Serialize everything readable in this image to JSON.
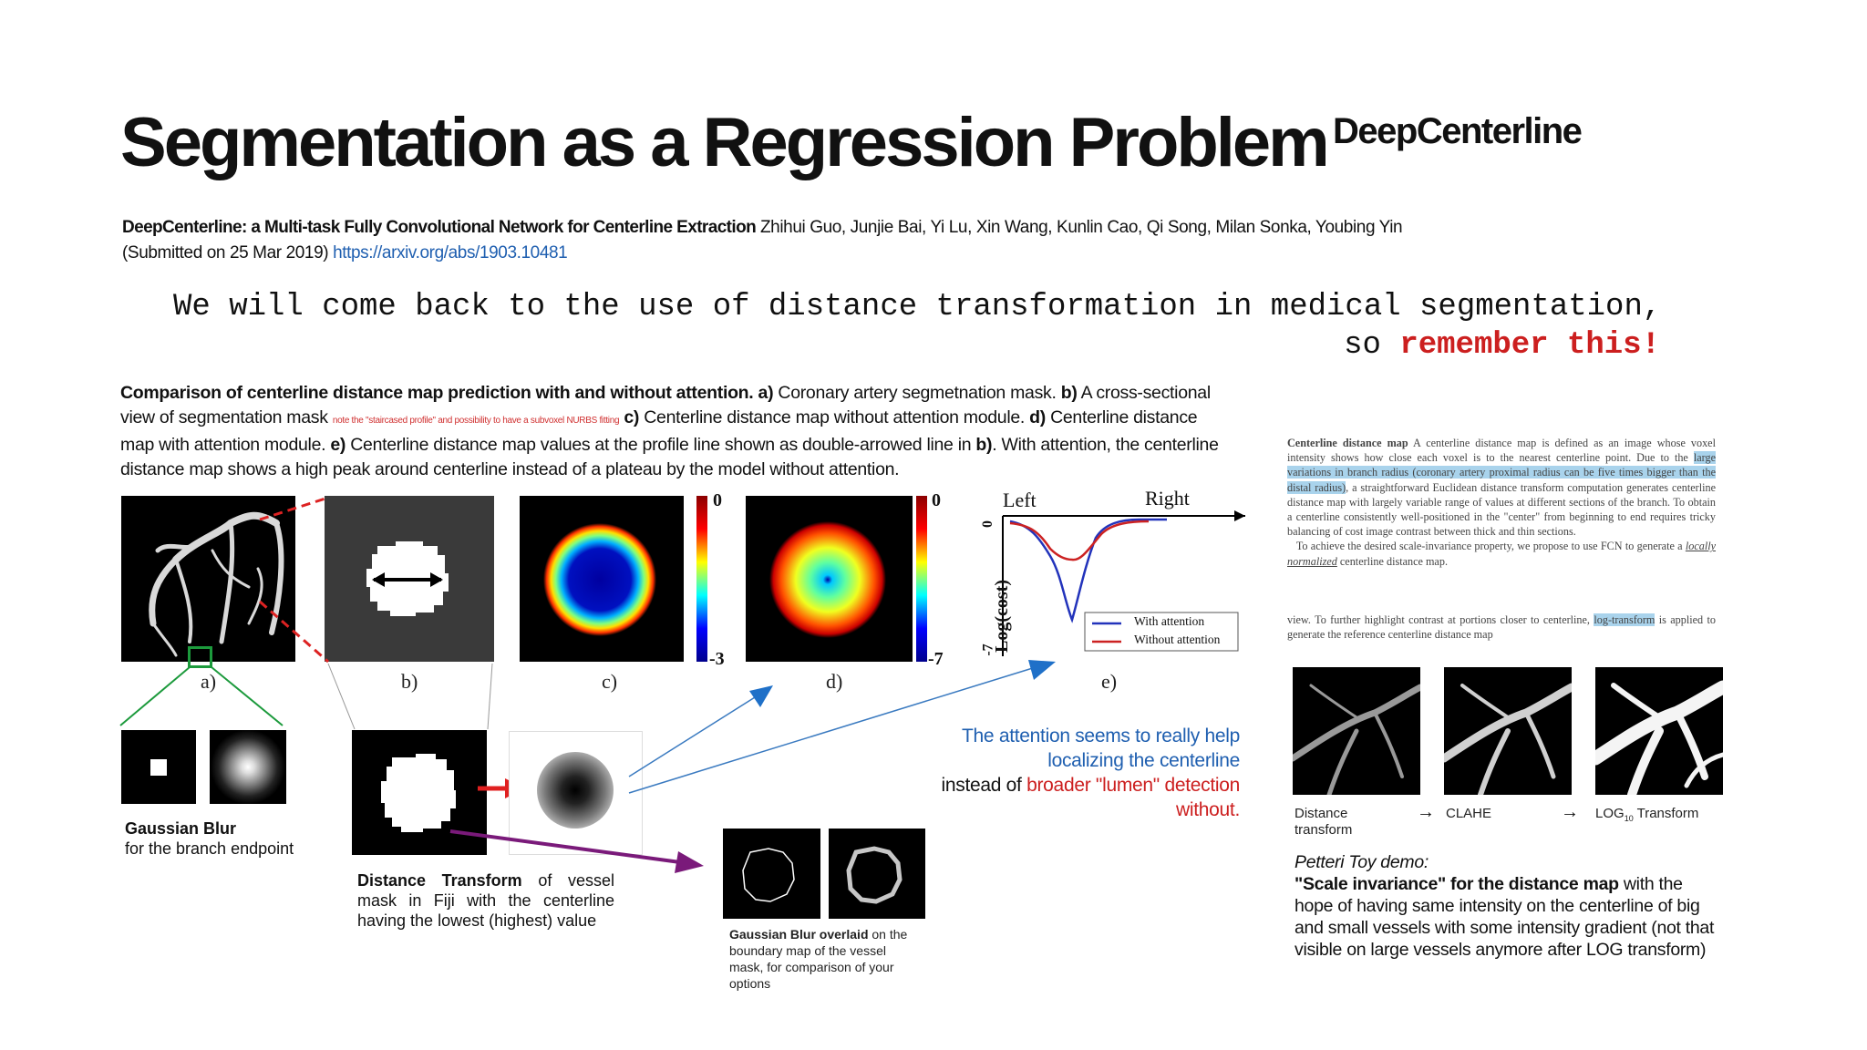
{
  "title": "Segmentation as a Regression Problem",
  "title_tag": "DeepCenterline",
  "reference": {
    "paper_title": "DeepCenterline: a Multi-task Fully Convolutional Network for Centerline Extraction",
    "authors": "Zhihui Guo, Junjie Bai, Yi Lu, Xin Wang, Kunlin Cao, Qi Song, Milan Sonka, Youbing Yin",
    "submitted": "(Submitted on 25 Mar 2019)",
    "url": "https://arxiv.org/abs/1903.10481"
  },
  "remark": {
    "line1": "We will come back to the use of distance transformation in medical segmentation,",
    "line2_prefix": "so ",
    "line2_emph": "remember this!"
  },
  "caption": {
    "bold_lead": "Comparison of centerline distance map prediction with and without attention.",
    "a_label": "a)",
    "a_text": " Coronary artery segmetnation mask. ",
    "b_label": "b)",
    "b_text": " A cross-sectional view of segmentation mask ",
    "red_note": "note the \"staircased profile\" and possibility to have a subvoxel NURBS fitting",
    "c_label": "c)",
    "c_text": " Centerline distance map without attention module. ",
    "d_label": "d)",
    "d_text": " Centerline distance map with attention module. ",
    "e_label": "e)",
    "e_text": " Centerline distance map values at the profile line shown as double-arrowed line in ",
    "e_ref": "b)",
    "e_tail": ". With attention, the centerline distance map shows a high peak around centerline instead of a plateau by the model without attention."
  },
  "figure": {
    "panel_labels": [
      "a)",
      "b)",
      "c)",
      "d)",
      "e)"
    ],
    "colorbar_c": {
      "top": "0",
      "bottom": "-3"
    },
    "colorbar_d": {
      "top": "0",
      "bottom": "-7"
    },
    "plot_e": {
      "left_label": "Left",
      "right_label": "Right",
      "ylabel": "Log(cost)",
      "ytick_top": "0",
      "ytick_bottom": "-7",
      "legend": [
        "With attention",
        "Without attention"
      ],
      "colors": {
        "with": "#2233bb",
        "without": "#cc2222"
      }
    }
  },
  "annotations": {
    "gaussian_title": "Gaussian Blur",
    "gaussian_text": "for the branch endpoint",
    "dt_title": "Distance Transform",
    "dt_text": " of vessel mask in Fiji with the centerline having the lowest (highest) value",
    "overlay_title": "Gaussian Blur overlaid",
    "overlay_text": " on the boundary map of the vessel mask, for comparison of your options",
    "attention_blue": "The attention seems to really help localizing the centerline",
    "attention_black": "instead of ",
    "attention_red": "broader \"lumen\" detection without."
  },
  "paper_excerpt": {
    "heading": "Centerline distance map",
    "p1_a": " A centerline distance map is defined as an image whose voxel intensity shows how close each voxel is to the nearest centerline point. Due to the ",
    "p1_hl": "large variations in branch radius (coronary artery proximal radius can be five times bigger than the distal radius)",
    "p1_b": ", a straightforward Euclidean distance transform computation generates centerline distance map with largely variable range of values at different sections of the branch. To obtain a centerline consistently well-positioned in the \"center\" from beginning to end requires tricky balancing of cost image contrast between thick and thin sections.",
    "p2_a": "To achieve the desired scale-invariance property, we propose to use FCN to generate a ",
    "p2_em": "locally normalized",
    "p2_b": " centerline distance map.",
    "p3_a": "view. To further highlight contrast at portions closer to centerline, ",
    "p3_hl": "log-transform",
    "p3_b": " is applied to generate the reference centerline distance map"
  },
  "pipeline": {
    "step1": "Distance transform",
    "step2": "CLAHE",
    "step3": "LOG",
    "step3_sub": "10",
    "step3_tail": " Transform",
    "arrow": "→"
  },
  "toy_demo": {
    "title": "Petteri Toy demo:",
    "bold": "\"Scale invariance\" for the distance map",
    "text": " with the hope of having same intensity on the centerline of big and small vessels with some intensity gradient (not that visible on large vessels anymore after LOG transform)"
  }
}
